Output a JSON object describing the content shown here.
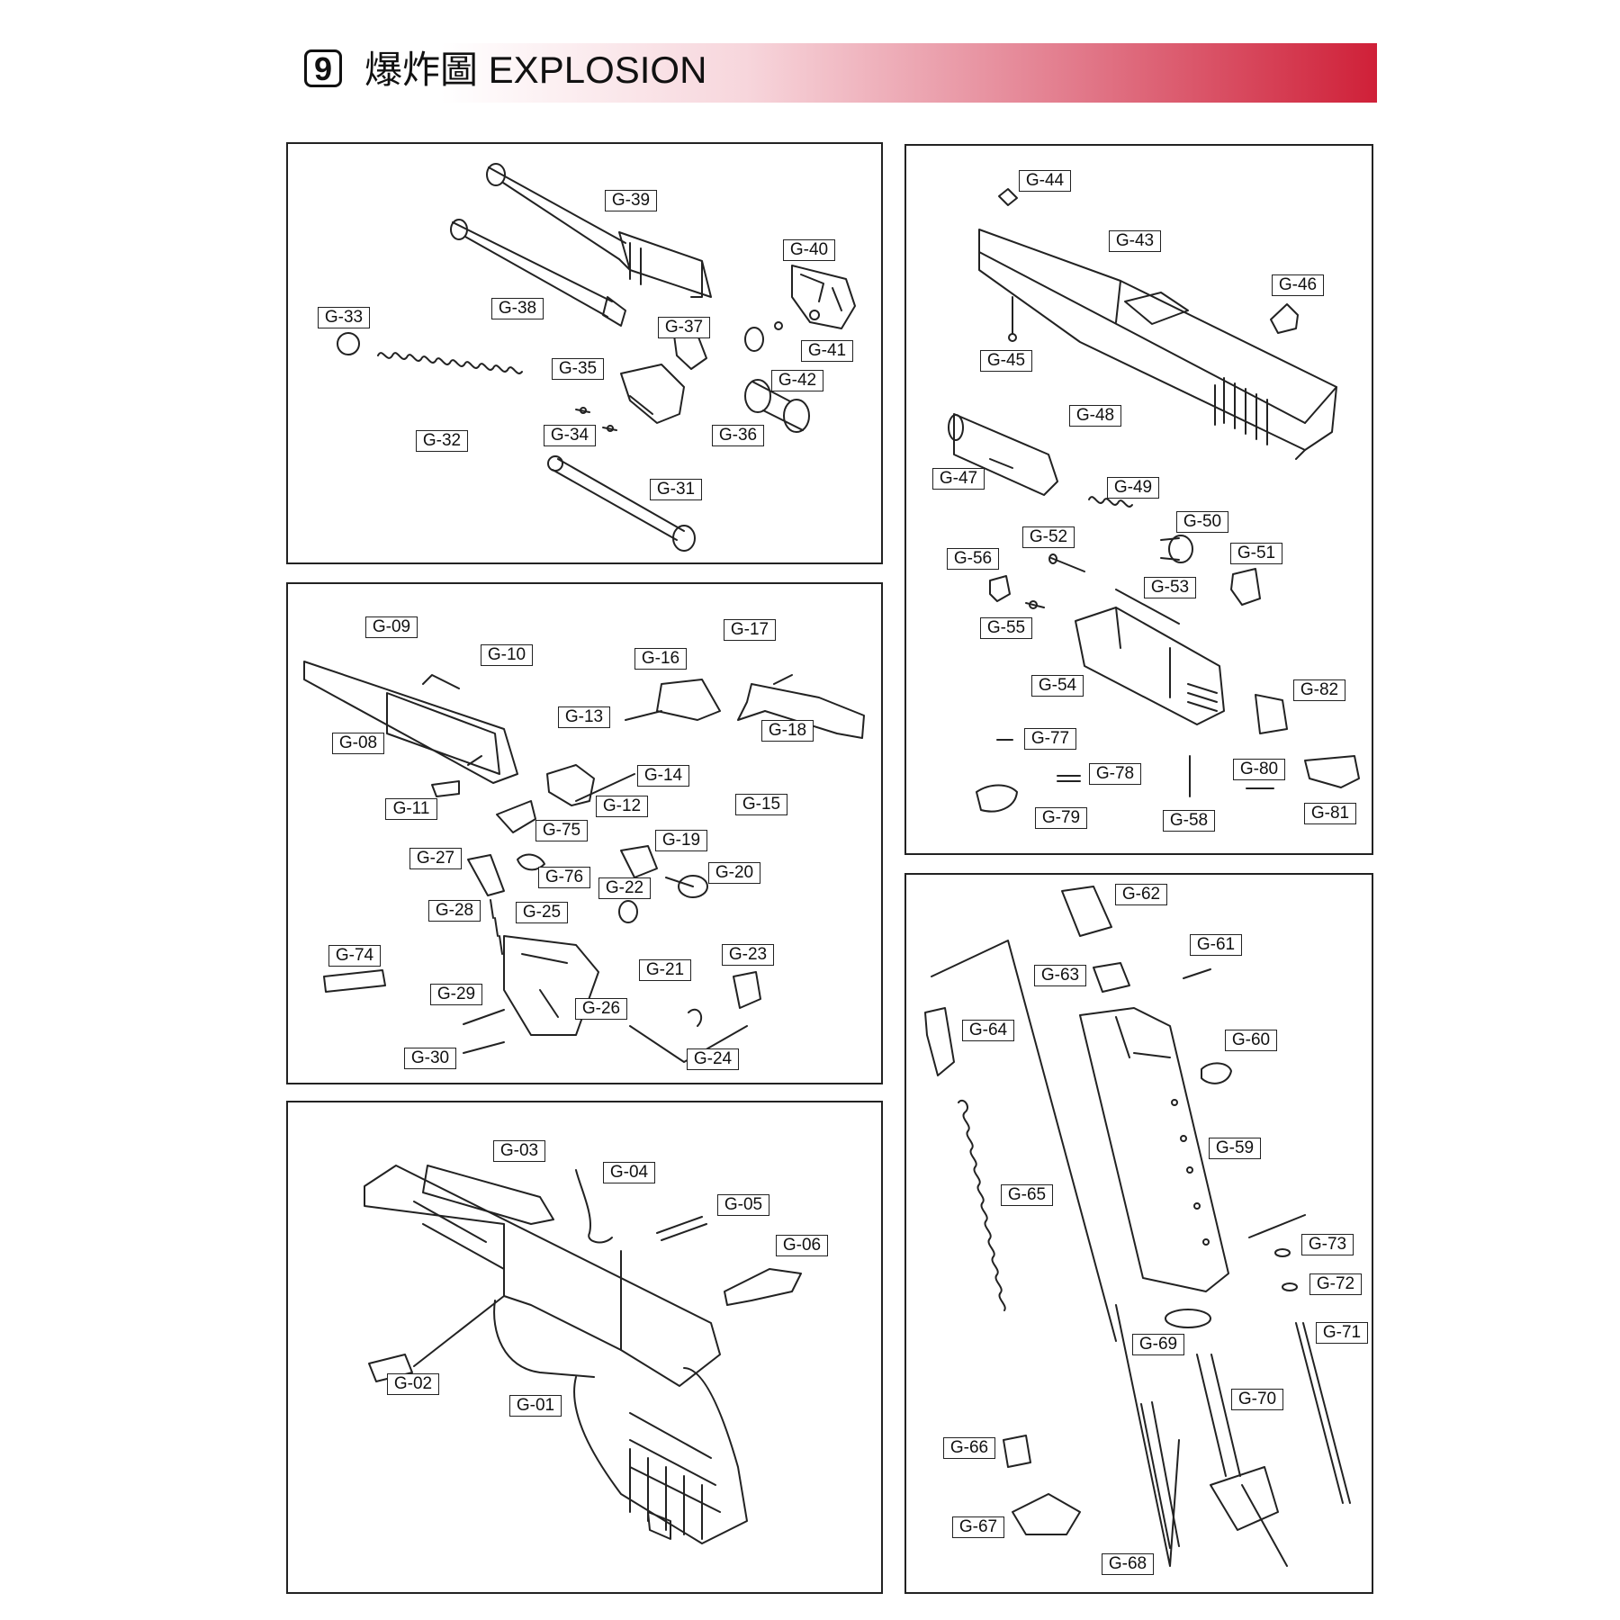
{
  "header": {
    "section_number": "9",
    "title": "爆炸圖 EXPLOSION",
    "gradient_colors": [
      "#ffffff",
      "#f7d6dc",
      "#e27b8c",
      "#cf2038"
    ]
  },
  "panels": {
    "barrel_assembly": {
      "labels": [
        "G-39",
        "G-40",
        "G-33",
        "G-38",
        "G-37",
        "G-41",
        "G-35",
        "G-42",
        "G-34",
        "G-36",
        "G-32",
        "G-31"
      ]
    },
    "slide_assembly": {
      "labels": [
        "G-44",
        "G-43",
        "G-46",
        "G-45",
        "G-48",
        "G-47",
        "G-49",
        "G-50",
        "G-52",
        "G-56",
        "G-51",
        "G-53",
        "G-55",
        "G-54",
        "G-82",
        "G-77",
        "G-78",
        "G-80",
        "G-79",
        "G-58",
        "G-81"
      ]
    },
    "fire_control": {
      "labels": [
        "G-09",
        "G-17",
        "G-10",
        "G-16",
        "G-13",
        "G-18",
        "G-08",
        "G-14",
        "G-11",
        "G-12",
        "G-15",
        "G-75",
        "G-19",
        "G-27",
        "G-76",
        "G-20",
        "G-22",
        "G-28",
        "G-25",
        "G-74",
        "G-21",
        "G-23",
        "G-26",
        "G-29",
        "G-30",
        "G-24"
      ]
    },
    "frame": {
      "labels": [
        "G-03",
        "G-04",
        "G-05",
        "G-06",
        "G-02",
        "G-01"
      ]
    },
    "magazine": {
      "labels": [
        "G-62",
        "G-61",
        "G-63",
        "G-64",
        "G-60",
        "G-59",
        "G-65",
        "G-73",
        "G-72",
        "G-71",
        "G-69",
        "G-70",
        "G-66",
        "G-67",
        "G-68"
      ]
    }
  }
}
